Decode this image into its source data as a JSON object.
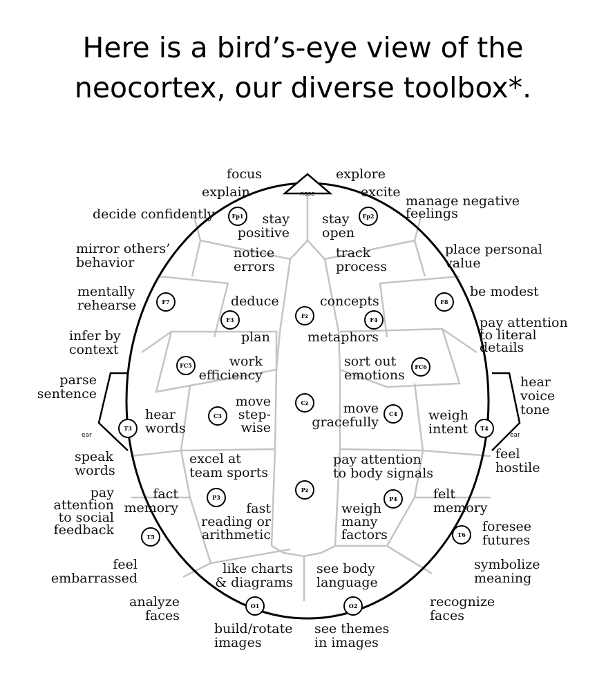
{
  "title": {
    "line1": "Here is a bird’s-eye view of the",
    "line2": "neocortex, our diverse toolbox*."
  },
  "landmarks": {
    "nose": "nose",
    "ear_left": "ear",
    "ear_right": "ear"
  },
  "electrodes": [
    "Fp1",
    "Fp2",
    "F7",
    "F3",
    "Fz",
    "F4",
    "F8",
    "FC5",
    "FC6",
    "T3",
    "C3",
    "Cz",
    "C4",
    "T4",
    "P3",
    "Pz",
    "P4",
    "T5",
    "T6",
    "O1",
    "O2"
  ],
  "labels": {
    "focus": [
      "focus"
    ],
    "explain": [
      "explain"
    ],
    "explore": [
      "explore"
    ],
    "excite": [
      "excite"
    ],
    "decide_confidently": [
      "decide confidently"
    ],
    "manage_negative_feelings": [
      "manage negative",
      "feelings"
    ],
    "stay_positive": [
      "stay",
      "positive"
    ],
    "stay_open": [
      "stay",
      "open"
    ],
    "mirror_behavior": [
      "mirror others’",
      "behavior"
    ],
    "notice_errors": [
      "notice",
      "errors"
    ],
    "track_process": [
      "track",
      "process"
    ],
    "place_personal_value": [
      "place personal",
      "value"
    ],
    "mentally_rehearse": [
      "mentally",
      "rehearse"
    ],
    "deduce": [
      "deduce"
    ],
    "concepts": [
      "concepts"
    ],
    "be_modest": [
      "be modest"
    ],
    "plan": [
      "plan"
    ],
    "metaphors": [
      "metaphors"
    ],
    "infer_by_context": [
      "infer by",
      "context"
    ],
    "pay_attention_literal": [
      "pay attention",
      "to literal",
      "details"
    ],
    "work_efficiency": [
      "work",
      "efficiency"
    ],
    "sort_out_emotions": [
      "sort out",
      "emotions"
    ],
    "parse_sentence": [
      "parse",
      "sentence"
    ],
    "hear_voice_tone": [
      "hear",
      "voice",
      "tone"
    ],
    "hear_words": [
      "hear",
      "words"
    ],
    "move_stepwise": [
      "move",
      "step-",
      "wise"
    ],
    "move_gracefully": [
      "move",
      "gracefully"
    ],
    "weigh_intent": [
      "weigh",
      "intent"
    ],
    "speak_words": [
      "speak",
      "words"
    ],
    "excel_team_sports": [
      "excel at",
      "team sports"
    ],
    "pay_attention_body": [
      "pay attention",
      "to body signals"
    ],
    "feel_hostile": [
      "feel",
      "hostile"
    ],
    "pay_attention_social": [
      "pay",
      "attention",
      "to social",
      "feedback"
    ],
    "fact_memory": [
      "fact",
      "memory"
    ],
    "fast_reading": [
      "fast",
      "reading or",
      "arithmetic"
    ],
    "weigh_many_factors": [
      "weigh",
      "many",
      "factors"
    ],
    "felt_memory": [
      "felt",
      "memory"
    ],
    "foresee_futures": [
      "foresee",
      "futures"
    ],
    "feel_embarrassed": [
      "feel",
      "embarrassed"
    ],
    "like_charts": [
      "like charts",
      "& diagrams"
    ],
    "see_body_language": [
      "see body",
      "language"
    ],
    "symbolize_meaning": [
      "symbolize",
      "meaning"
    ],
    "analyze_faces": [
      "analyze",
      "faces"
    ],
    "recognize_faces": [
      "recognize",
      "faces"
    ],
    "build_rotate_images": [
      "build/rotate",
      "images"
    ],
    "see_themes_images": [
      "see themes",
      "in images"
    ]
  }
}
